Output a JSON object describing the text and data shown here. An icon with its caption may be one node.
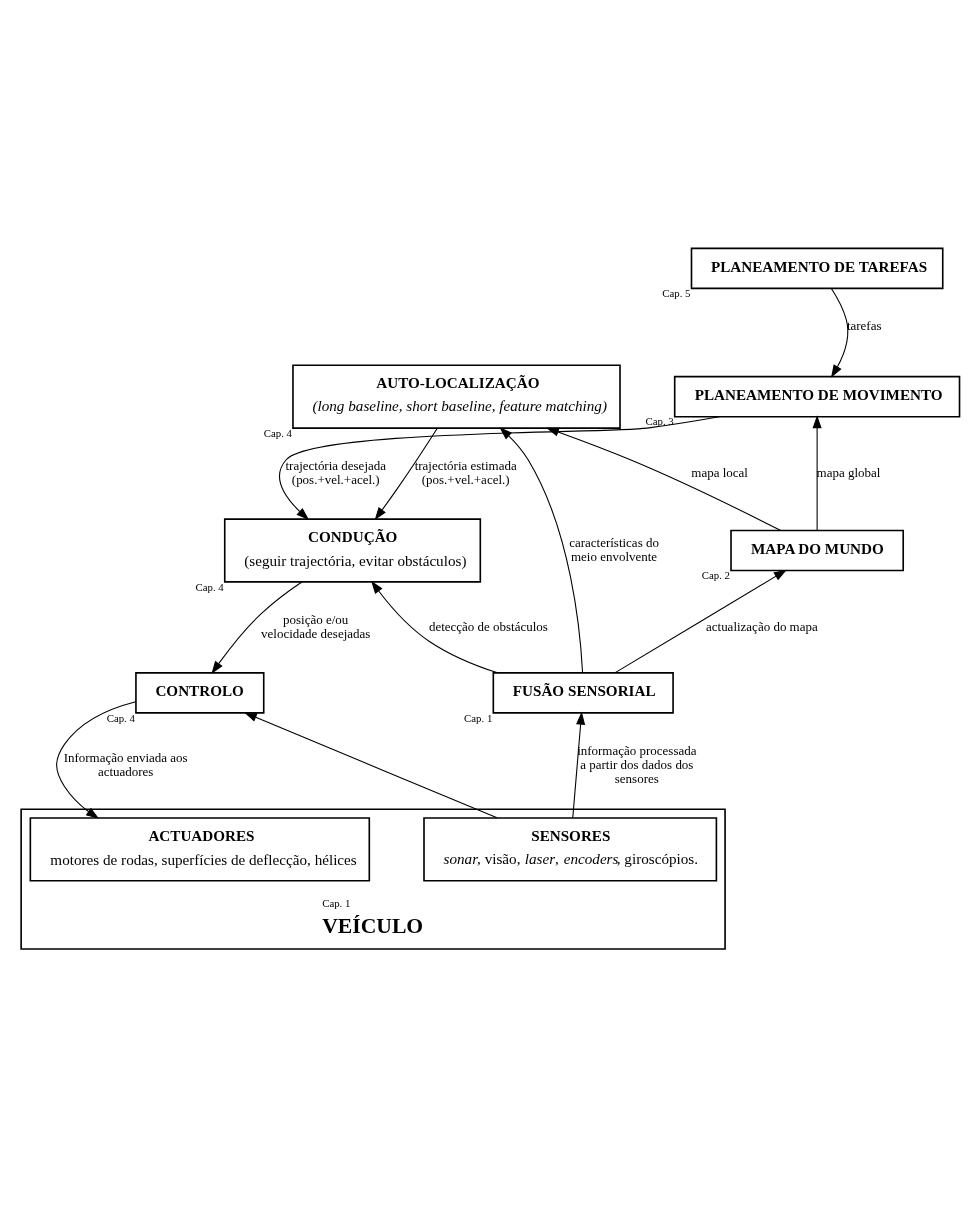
{
  "diagram": {
    "nodes": [
      {
        "text": [
          "PLANEAMENTO DE TAREFAS"
        ],
        "beside": [
          "Cap. 5"
        ]
      },
      {
        "text": [
          "PLANEAMENTO DE MOVIMENTO"
        ],
        "beside": [
          "Cap. 3"
        ]
      },
      {
        "text": [
          "AUTO-LOCALIZAÇÃO",
          "(long baseline, short baseline, feature matching)"
        ],
        "beside": [
          "Cap. 4"
        ]
      },
      {
        "text": [
          "MAPA DO MUNDO"
        ],
        "beside": [
          "Cap. 2"
        ]
      },
      {
        "text": [
          "CONDUÇÃO",
          "(seguir trajectória, evitar obstáculos)"
        ],
        "beside": [
          "Cap. 4"
        ]
      },
      {
        "text": [
          "FUSÃO SENSORIAL"
        ],
        "beside": [
          "Cap. 1"
        ]
      },
      {
        "text": [
          "CONTROLO"
        ],
        "beside": [
          "Cap. 4"
        ]
      },
      {
        "text": [
          "VEÍCULO"
        ],
        "beside": [
          "Cap. 1"
        ]
      },
      {
        "text": [
          "SENSORES",
          "*sonar*, visão, *laser*, *encoders*, giroscópios."
        ],
        "in": 7
      },
      {
        "text": [
          "ACTUADORES",
          "motores de rodas, superfícies de deflecção, hélices"
        ],
        "in": 7
      }
    ],
    "edges": [
      {
        "from": 0,
        "to": 1,
        "arrow": "to",
        "label": "tarefas"
      },
      {
        "from": 3,
        "to": 1,
        "arrow": "to",
        "label": "mapa global"
      },
      {
        "from": 5,
        "to": 3,
        "arrow": "to",
        "label": "actualização do mapa"
      },
      {
        "from": 1,
        "to": 4,
        "arrow": "to",
        "label": "trajectória desejada (pos.+vel.+acel.)"
      },
      {
        "from": 3,
        "to": 2,
        "arrow": "to",
        "label": "mapa local"
      },
      {
        "from": 5,
        "to": 2,
        "arrow": "to",
        "label": "características do meio envolvente"
      },
      {
        "from": 2,
        "to": 4,
        "arrow": "to",
        "label": "trajectória estimada (pos.+vel.+acel.)"
      },
      {
        "from": 5,
        "to": 4,
        "arrow": "to",
        "label": "detecção de obstáculos"
      },
      {
        "from": 4,
        "to": 6,
        "arrow": "to",
        "label": "posição e/ou velocidade desejadas"
      },
      {
        "from": 8,
        "to": 5,
        "arrow": "to",
        "label": "informação processada a partir dos dados dos sensores"
      },
      {
        "from": 8,
        "to": 6,
        "arrow": "to"
      },
      {
        "from": 6,
        "to": 9,
        "arrow": "to",
        "label": "Informação enviada aos actuadores"
      }
    ]
  }
}
